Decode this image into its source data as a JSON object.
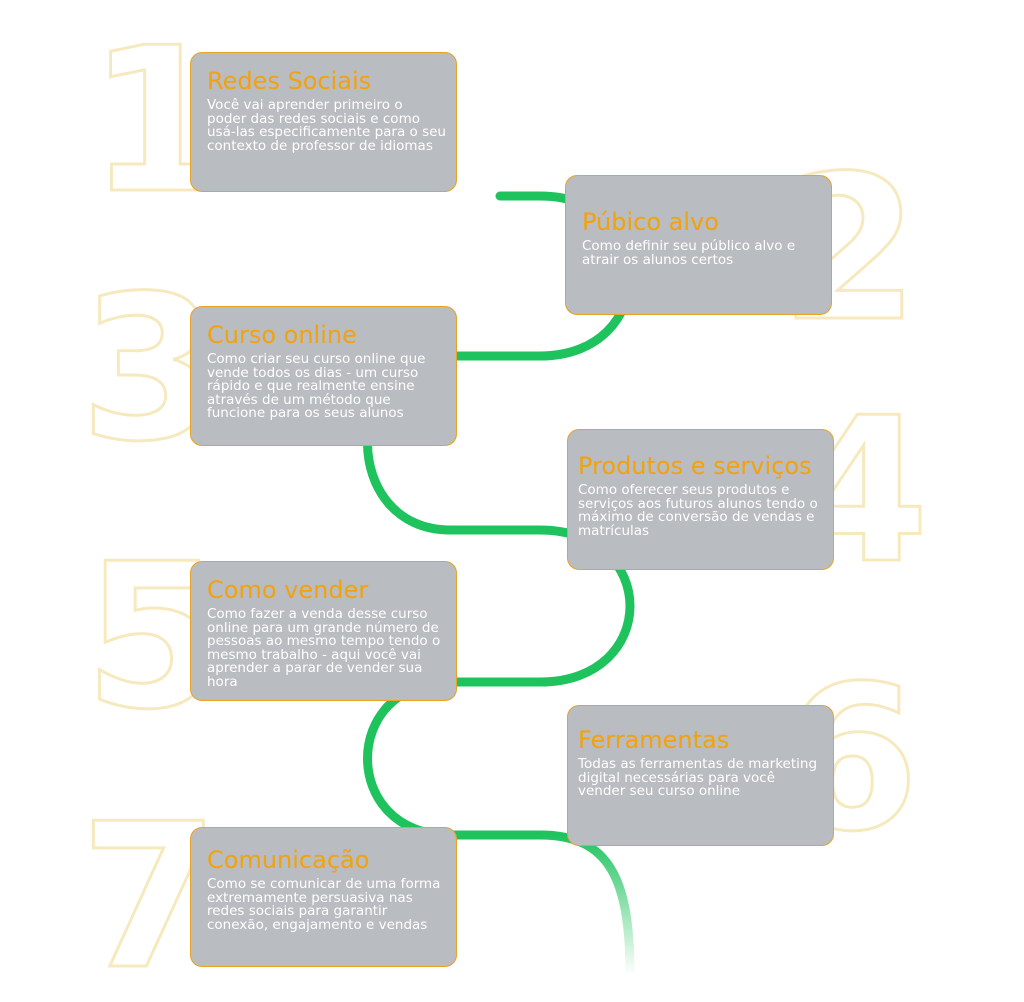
{
  "colors": {
    "card_bg": "#b9bcc0",
    "card_border": "#e8a324",
    "title": "#f2a20c",
    "body_text": "#ffffff",
    "path": "#1fc35e",
    "numeral_outline": "#f7e9be"
  },
  "numerals": [
    "1",
    "2",
    "3",
    "4",
    "5",
    "6",
    "7"
  ],
  "steps": [
    {
      "title": "Redes Sociais",
      "body": "Você vai aprender primeiro o poder das redes sociais e como usá-las especificamente para o seu contexto de professor de idiomas"
    },
    {
      "title": "Púbico alvo",
      "body": "Como definir seu público alvo e atrair os alunos certos"
    },
    {
      "title": "Curso online",
      "body": "Como criar seu curso online que vende todos os dias - um curso rápido e que realmente ensine através de um método que funcione para os seus alunos"
    },
    {
      "title": "Produtos e serviços",
      "body": "Como oferecer seus produtos e serviços aos futuros alunos tendo o máximo de conversão de vendas e matrículas"
    },
    {
      "title": "Como vender",
      "body": "Como fazer a venda desse curso online para um grande número de pessoas ao mesmo tempo tendo o mesmo trabalho - aqui você vai aprender a parar de vender sua hora"
    },
    {
      "title": "Ferramentas",
      "body": "Todas as ferramentas de marketing digital necessárias para você vender seu curso online"
    },
    {
      "title": "Comunicação",
      "body": "Como se comunicar de uma forma extremamente persuasiva nas redes sociais para garantir conexão, engajamento e vendas"
    }
  ]
}
